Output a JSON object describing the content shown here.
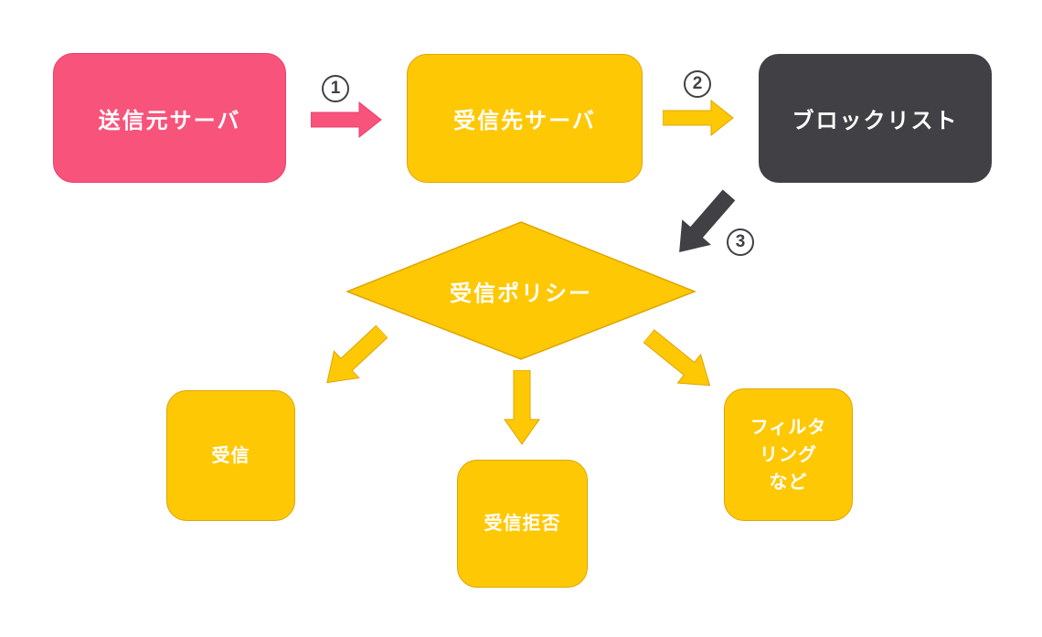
{
  "diagram": {
    "description": "Mail blocklist reception flow",
    "nodes": {
      "source": {
        "label": "送信元サーバ",
        "fill": "#F8537B"
      },
      "destination": {
        "label": "受信先サーバ",
        "fill": "#FFC805"
      },
      "blocklist": {
        "label": "ブロックリスト",
        "fill": "#404045"
      },
      "policy": {
        "label": "受信ポリシー",
        "fill": "#FFC805"
      },
      "accept": {
        "label": "受信",
        "fill": "#FFC805"
      },
      "reject": {
        "label": "受信拒否",
        "fill": "#FFC805"
      },
      "filter": {
        "label": "フィルタ\nリング\nなど",
        "fill": "#FFC805"
      }
    },
    "steps": {
      "s1": "1",
      "s2": "2",
      "s3": "3"
    },
    "colors": {
      "pink": "#F8537B",
      "pink_border": "#EA3E6D",
      "yellow": "#FFC805",
      "yellow_border": "#DCA600",
      "dark": "#404045",
      "label_text": "#FFFFFF",
      "step_badge": "#3F4045",
      "background": "#FFFFFF"
    }
  }
}
